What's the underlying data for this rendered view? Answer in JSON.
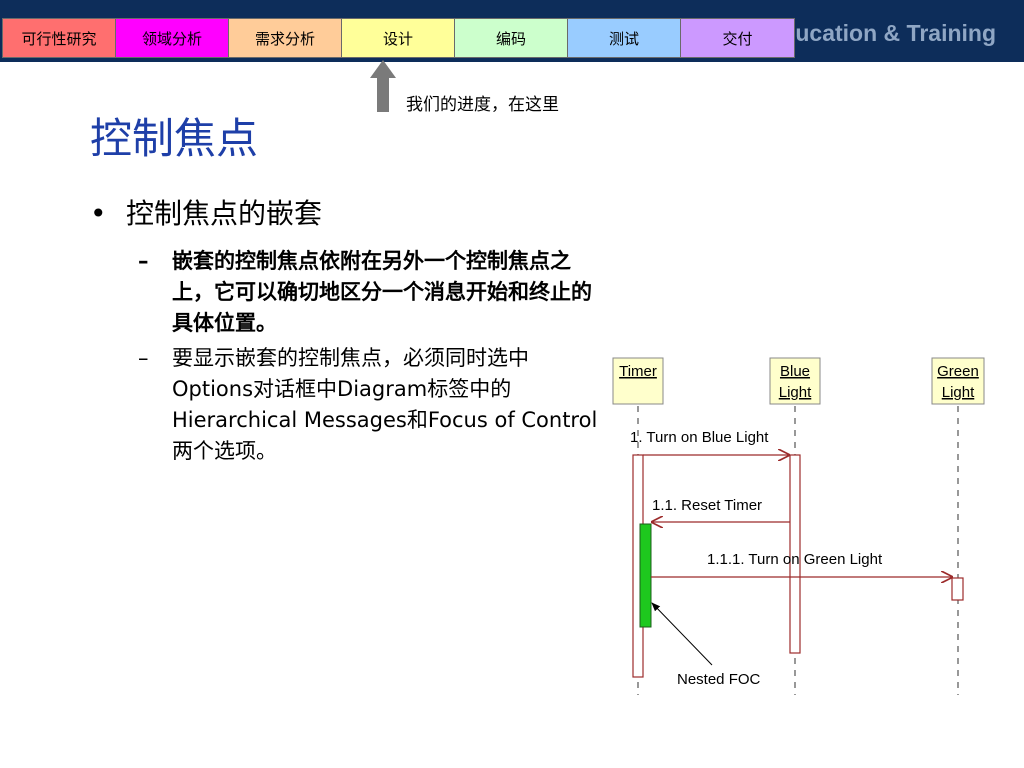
{
  "header": {
    "brand": "ucation & Training",
    "phases": [
      {
        "label": "可行性研究",
        "color": "#ff6f6f"
      },
      {
        "label": "领域分析",
        "color": "#ff00ff"
      },
      {
        "label": "需求分析",
        "color": "#ffcc99"
      },
      {
        "label": "设计",
        "color": "#ffff99"
      },
      {
        "label": "编码",
        "color": "#ccffcc"
      },
      {
        "label": "测试",
        "color": "#99ccff"
      },
      {
        "label": "交付",
        "color": "#cc99ff"
      }
    ]
  },
  "progress_note": "我们的进度，在这里",
  "title": "控制焦点",
  "bullet": "控制焦点的嵌套",
  "subpoints": [
    "嵌套的控制焦点依附在另外一个控制焦点之上，它可以确切地区分一个消息开始和终止的具体位置。",
    "要显示嵌套的控制焦点，必须同时选中Options对话框中Diagram标签中的Hierarchical Messages和Focus of Control两个选项。"
  ],
  "diagram": {
    "lifelines": [
      {
        "line1": "Timer",
        "line2": ""
      },
      {
        "line1": "Blue",
        "line2": "Light"
      },
      {
        "line1": "Green",
        "line2": "Light"
      }
    ],
    "messages": [
      "1. Turn on Blue Light",
      "1.1. Reset Timer",
      "1.1.1. Turn on Green Light"
    ],
    "note": "Nested FOC",
    "colors": {
      "box_fill": "#ffffcc",
      "message_color": "#9c2b2b",
      "nested_foc": "#1ec81e"
    }
  }
}
